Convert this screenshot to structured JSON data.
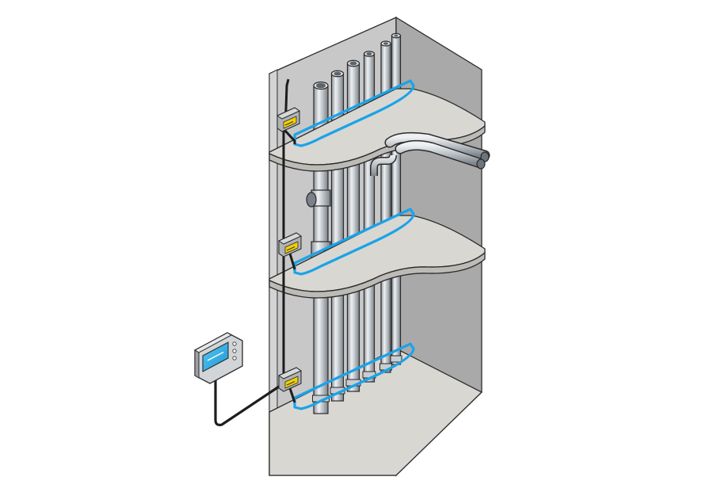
{
  "diagram": {
    "floors": 3,
    "pipes_per_floor": 6,
    "detectors": 3,
    "control_panel": 1
  },
  "colors": {
    "background": "#ffffff",
    "wall_right": "#a9a9a9",
    "wall_back": "#c8c8c8",
    "wall_left_edge": "#d4d4d4",
    "slab_top": "#d9d7d2",
    "slab_edge": "#bdbbb6",
    "outline": "#2b2b2b",
    "pipe_light": "#e9ebed",
    "pipe_mid": "#b6bcc2",
    "pipe_dark": "#7f868d",
    "sensor_loop": "#1aa3e8",
    "cable": "#1d1d1d",
    "detector_body": "#b0b3b5",
    "detector_label": "#f2d000",
    "panel_body": "#d2d5d8",
    "panel_screen": "#37b6ea"
  },
  "icons": {
    "detector": "leak-detector-icon",
    "panel": "control-panel-icon"
  }
}
